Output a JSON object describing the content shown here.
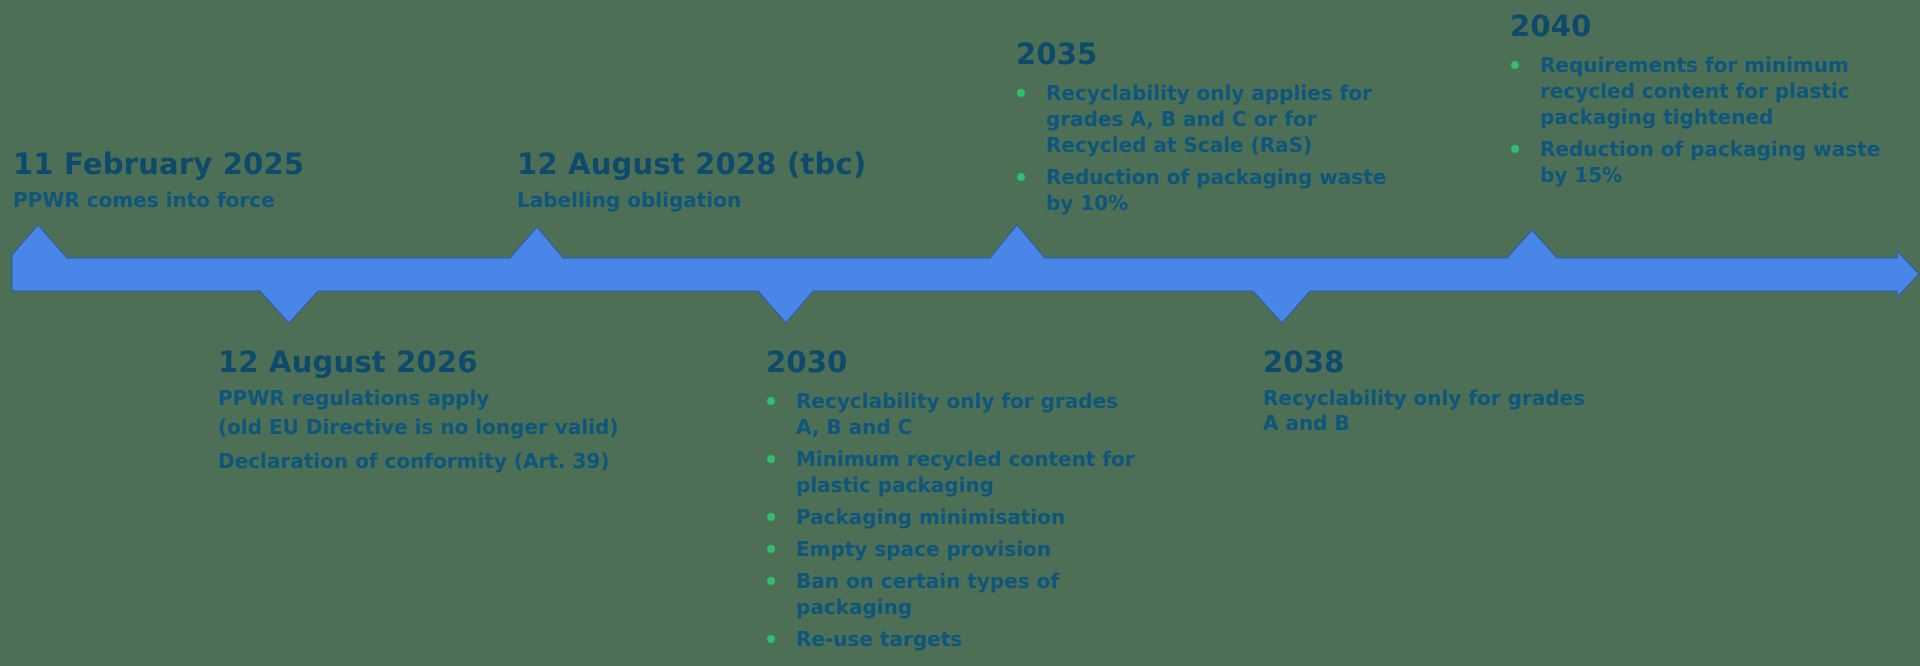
{
  "colors": {
    "background": "#4c6f55",
    "band_blue": "#4a86e8",
    "heading_text": "#0d4a6b",
    "body_text": "#0f567c",
    "bullet_green": "#2ec06c"
  },
  "milestones": [
    {
      "title": "11 February 2025",
      "position": "above",
      "lines": [
        "PPWR comes into force"
      ]
    },
    {
      "title": "12 August 2026",
      "position": "below",
      "lines": [
        "PPWR regulations apply",
        "(old EU Directive is no longer valid)",
        "Declaration of conformity (Art. 39)"
      ]
    },
    {
      "title": "12 August 2028 (tbc)",
      "position": "above",
      "lines": [
        "Labelling obligation"
      ]
    },
    {
      "title": "2030",
      "position": "below",
      "bullets": [
        "Recyclability only for grades\nA, B and C",
        "Minimum recycled content for\nplastic packaging",
        "Packaging minimisation",
        "Empty space provision",
        "Ban on certain types of\npackaging",
        "Re-use targets"
      ]
    },
    {
      "title": "2035",
      "position": "above",
      "bullets": [
        "Recyclability only applies for\ngrades A, B and C or for\nRecycled at Scale (RaS)",
        "Reduction of packaging waste\nby 10%"
      ]
    },
    {
      "title": "2038",
      "position": "below",
      "lines": [
        "Recyclability only for grades\nA and B"
      ]
    },
    {
      "title": "2040",
      "position": "above",
      "bullets": [
        "Requirements for minimum\nrecycled content for plastic\npackaging tightened",
        "Reduction of packaging waste\nby 15%"
      ]
    }
  ]
}
